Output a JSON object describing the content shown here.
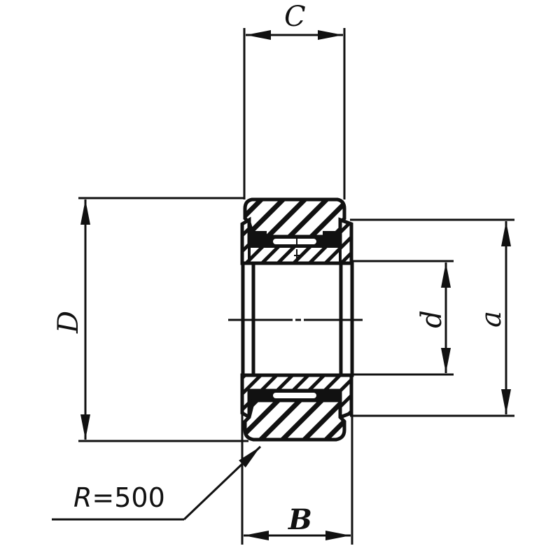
{
  "drawing": {
    "subject": "needle roller bearing cross-section with dimension annotations",
    "line_color": "#111111",
    "background": "#ffffff"
  },
  "dimensions": {
    "C": {
      "label": "C",
      "description": "outer ring width"
    },
    "B": {
      "label": "B",
      "description": "inner ring width"
    },
    "D": {
      "label": "D",
      "description": "outer diameter"
    },
    "d": {
      "label": "d",
      "description": "bore diameter"
    },
    "a": {
      "label": "a",
      "description": "inner ring shoulder diameter"
    }
  },
  "note": {
    "radius_symbol": "R",
    "radius_equals": "=",
    "radius_value": "500"
  }
}
